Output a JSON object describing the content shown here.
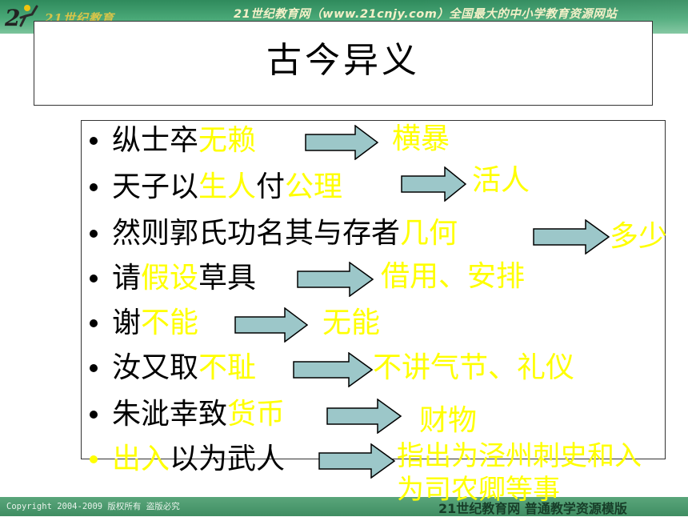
{
  "banner": {
    "logo_text": "21世纪教育",
    "tagline": "21世纪教育网（www.21cnjy.com）全国最大的中小学教育资源网站",
    "color": "#49a877"
  },
  "title": "古今异义",
  "rows": [
    {
      "pre": "纵士卒",
      "hl1": "无赖",
      "mid": "",
      "hl2": "",
      "meaning": "横暴"
    },
    {
      "pre": "天子以",
      "hl1": "生人",
      "mid": "付",
      "hl2": "公理",
      "meaning": "活人"
    },
    {
      "pre": "然则郭氏功名其与存者",
      "hl1": "几何",
      "mid": "",
      "hl2": "",
      "meaning": "多少"
    },
    {
      "pre": "请",
      "hl1": "假设",
      "mid": "草具",
      "hl2": "",
      "meaning": "借用、安排"
    },
    {
      "pre": "谢",
      "hl1": "不能",
      "mid": "",
      "hl2": "",
      "meaning": "无能"
    },
    {
      "pre": "汝又取",
      "hl1": "不耻",
      "mid": "",
      "hl2": "",
      "meaning": "不讲气节、礼仪"
    },
    {
      "pre": "朱泚幸致",
      "hl1": "货币",
      "mid": "",
      "hl2": "",
      "meaning": "财物"
    },
    {
      "pre": "",
      "hl1": "出入",
      "mid": "以为武人",
      "hl2": "",
      "meaning_line1": "指出为泾州刺史和入",
      "meaning_line2": "为司农卿等事"
    }
  ],
  "footer": {
    "copyright": "Copyright 2004-2009 版权所有 盗版必究",
    "brand": "21世纪教育网    普通教学资源模版"
  },
  "colors": {
    "highlight": "#ffff00",
    "arrow_fill": "#9cc7c9",
    "border": "#333333"
  }
}
